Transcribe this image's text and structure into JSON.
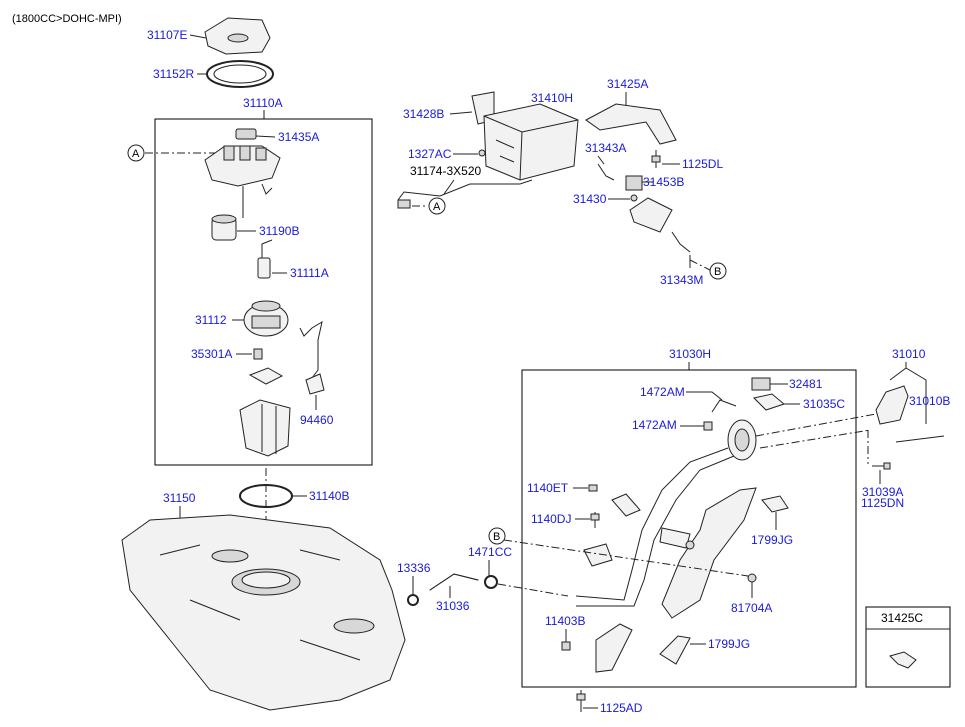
{
  "header": "(1800CC>DOHC-MPI)",
  "callouts": {
    "a1": "A",
    "a2": "A",
    "b1": "B",
    "b2": "B"
  },
  "labels": {
    "p31107E": "31107E",
    "p31152R": "31152R",
    "p31110A": "31110A",
    "p31435A": "31435A",
    "p31190B": "31190B",
    "p31111A": "31111A",
    "p31112": "31112",
    "p35301A": "35301A",
    "p94460": "94460",
    "p31150": "31150",
    "p31140B": "31140B",
    "p31428B": "31428B",
    "p31410H": "31410H",
    "p31425A": "31425A",
    "p1327AC": "1327AC",
    "p31174": "31174-3X520",
    "p31343A": "31343A",
    "p1125DL": "1125DL",
    "p31453B": "31453B",
    "p31430": "31430",
    "p31343M": "31343M",
    "p31030H": "31030H",
    "p31010": "31010",
    "p1472AM_1": "1472AM",
    "p32481": "32481",
    "p31035C": "31035C",
    "p31010B": "31010B",
    "p1472AM_2": "1472AM",
    "p1140ET": "1140ET",
    "p31039A": "31039A",
    "p1125DN": "1125DN",
    "p1140DJ": "1140DJ",
    "p1799JG_1": "1799JG",
    "p13336": "13336",
    "p1471CC": "1471CC",
    "p31036": "31036",
    "p81704A": "81704A",
    "p11403B": "11403B",
    "p1799JG_2": "1799JG",
    "p31425C": "31425C",
    "p1125AD": "1125AD"
  },
  "colors": {
    "label": "#1a1adb",
    "line": "#222222"
  }
}
